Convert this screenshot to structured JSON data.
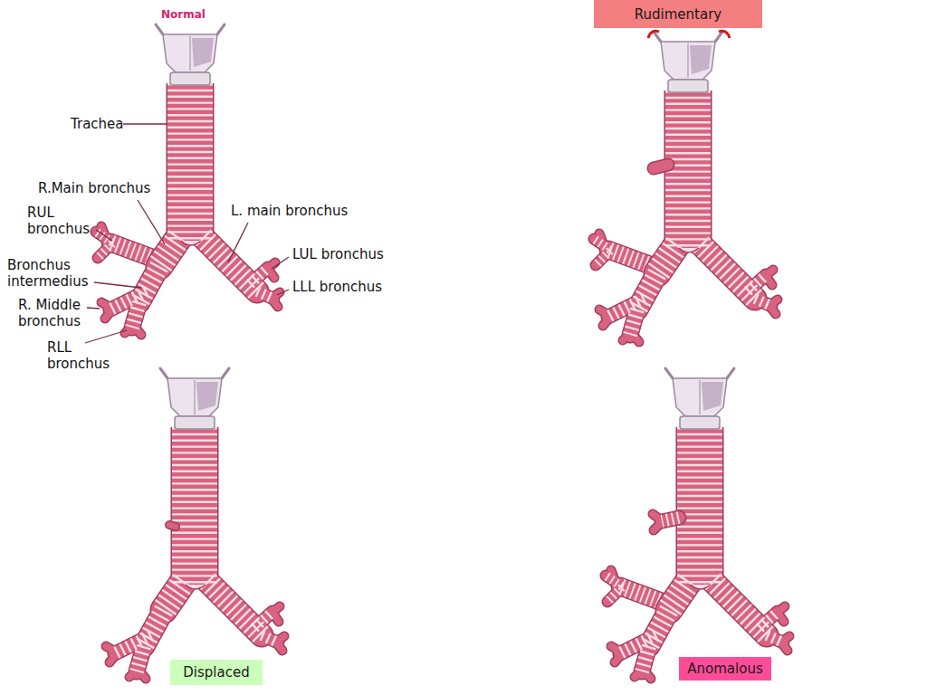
{
  "diagram": {
    "nodes": [
      {
        "text": [
          "Rudimentary"
        ]
      },
      {
        "text": [
          "Displaced"
        ]
      },
      {
        "text": [
          "Anomalous"
        ]
      }
    ],
    "labels": [
      "Normal",
      "Trachea",
      "R.Main bronchus",
      "RUL bronchus",
      "L. main bronchus",
      "LUL bronchus",
      "Bronchus intermedius",
      "LLL bronchus",
      "R. Middle bronchus",
      "RLL bronchus"
    ]
  }
}
